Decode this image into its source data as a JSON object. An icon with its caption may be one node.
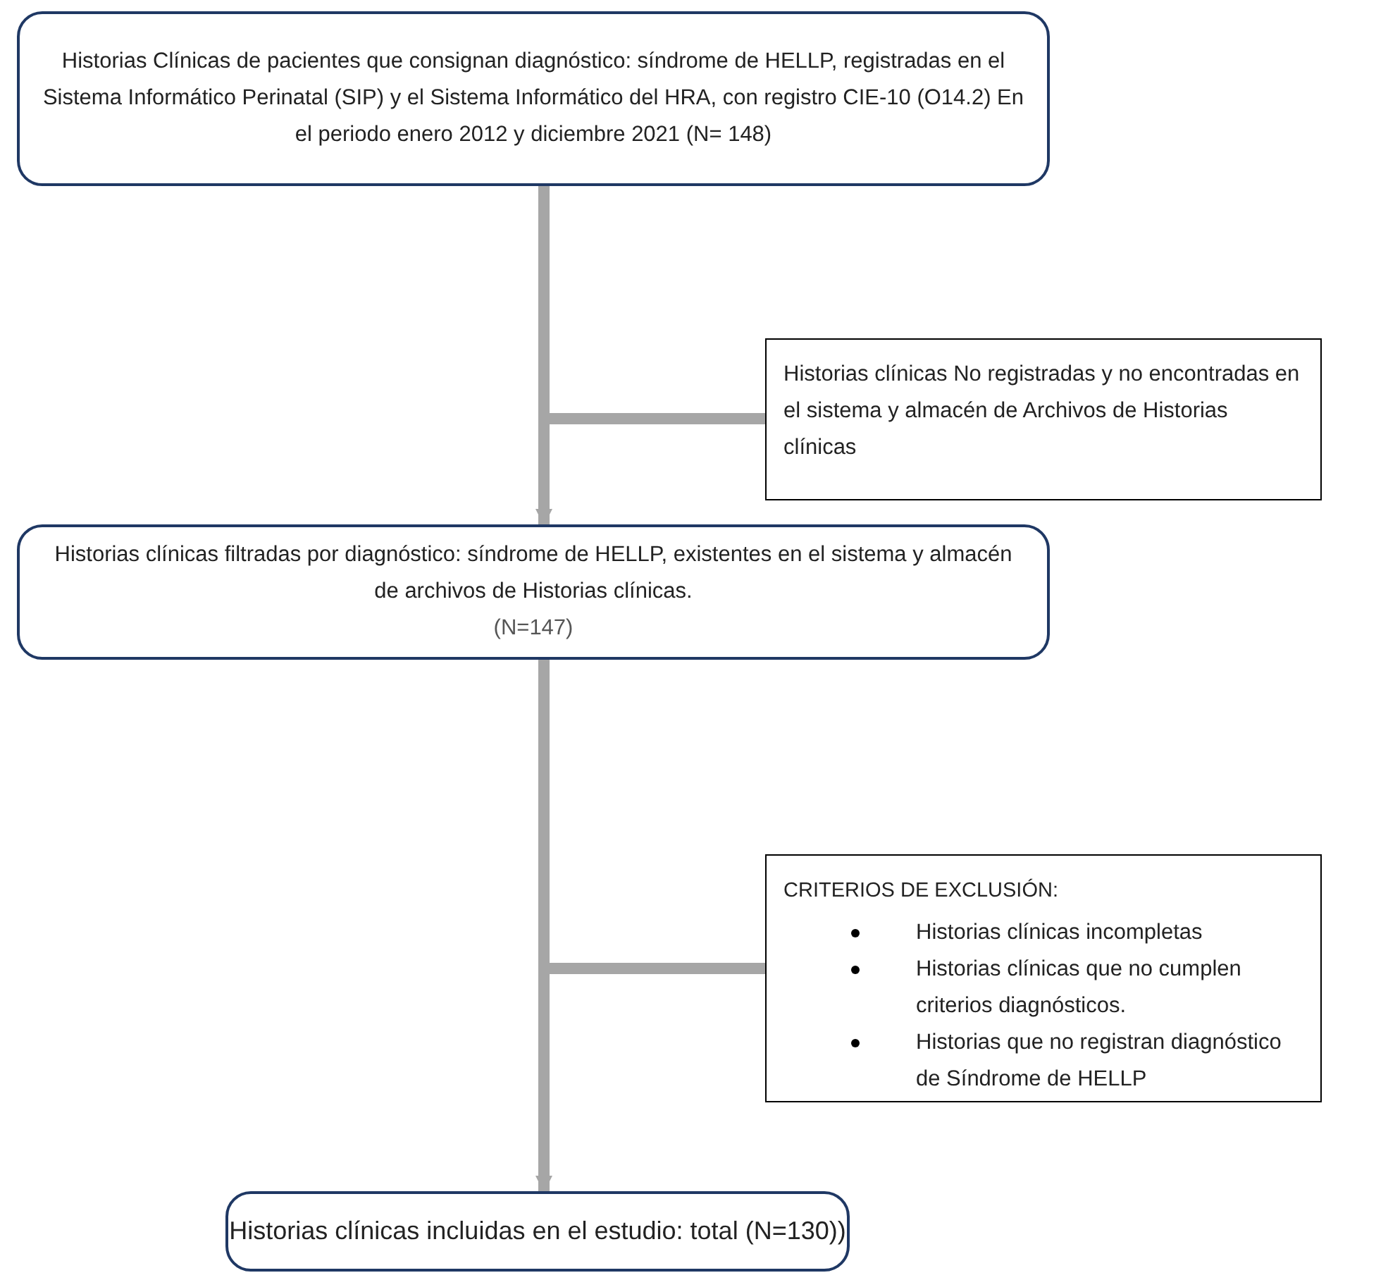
{
  "diagram": {
    "nodes": [
      {
        "text": [
          "Historias Clínicas de pacientes que consignan diagnóstico: síndrome de HELLP, registradas en el Sistema Informático Perinatal (SIP) y el Sistema Informático del HRA, con registro CIE-10 (O14.2) En el periodo enero 2012 y diciembre 2021 (N= 148)"
        ]
      },
      {
        "text": [
          "Historias clínicas No registradas y no encontradas en el sistema y almacén de Archivos de Historias clínicas"
        ]
      },
      {
        "text": [
          "Historias clínicas filtradas por diagnóstico: síndrome de HELLP, existentes en el sistema y almacén de archivos de Historias clínicas.",
          "(N=147)"
        ]
      },
      {
        "text": [
          "CRITERIOS DE EXCLUSIÓN:",
          "Historias clínicas incompletas",
          "Historias clínicas que no cumplen criterios diagnósticos.",
          "Historias que no registran diagnóstico de Síndrome de HELLP"
        ]
      },
      {
        "text": [
          "Historias clínicas incluidas en el estudio: total (N=130))"
        ]
      }
    ],
    "edges": [
      {
        "from": 0,
        "to": 2,
        "arrow": "to"
      },
      {
        "from": 0,
        "to": 1,
        "arrow": "none"
      },
      {
        "from": 2,
        "to": 4,
        "arrow": "to"
      },
      {
        "from": 2,
        "to": 3,
        "arrow": "none"
      }
    ]
  }
}
